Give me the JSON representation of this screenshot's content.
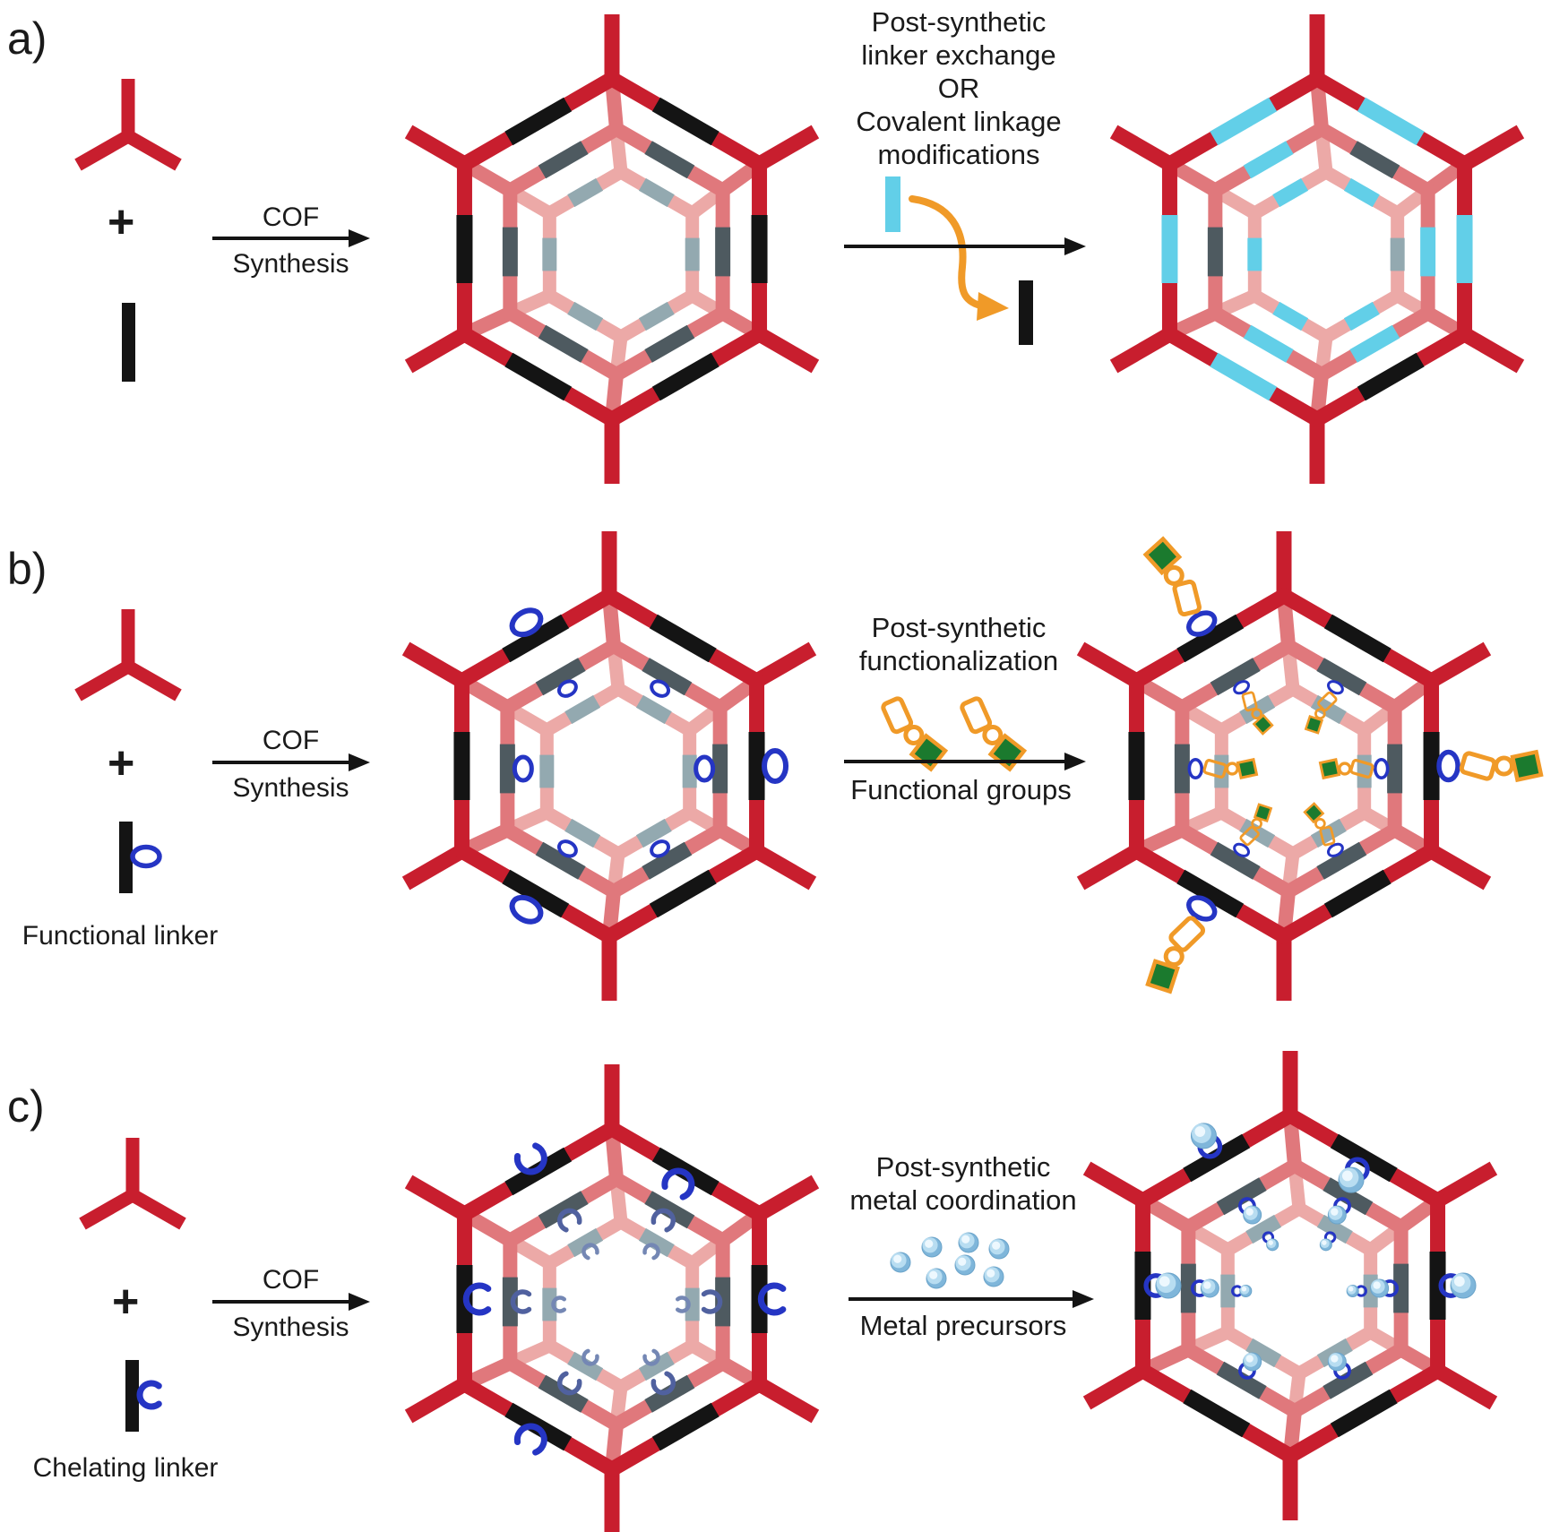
{
  "colors": {
    "node_red": "#c81e2e",
    "ring_mid_salmon": "#e0787c",
    "ring_inner_pink": "#eca9a7",
    "segment_black": "#141414",
    "segment_dark_gray": "#4e5a60",
    "segment_light_gray": "#93a9b0",
    "exchanged_cyan": "#62cfe8",
    "functional_blue": "#2535c4",
    "chelate_mid_blue": "#50619f",
    "chelate_inner_blue": "#7487b4",
    "functional_orange": "#f09a28",
    "functional_green": "#1b7a2e",
    "metal_sphere_base": "#7fb6da",
    "metal_sphere_mid": "#b8ddf1",
    "metal_sphere_light": "#edf8fe",
    "text": "#1a1a1a",
    "arrow_black": "#141414"
  },
  "panels": {
    "a": {
      "label": "a)",
      "plus": "+",
      "arrow1": {
        "top": "COF",
        "bottom": "Synthesis"
      },
      "ann": [
        "Post-synthetic",
        "linker exchange",
        "OR",
        "Covalent linkage",
        "modifications"
      ]
    },
    "b": {
      "label": "b)",
      "plus": "+",
      "linker_label": "Functional linker",
      "arrow1": {
        "top": "COF",
        "bottom": "Synthesis"
      },
      "ann": [
        "Post-synthetic",
        "functionalization"
      ],
      "arrow2_bottom": "Functional groups"
    },
    "c": {
      "label": "c)",
      "plus": "+",
      "linker_label": "Chelating linker",
      "arrow1": {
        "top": "COF",
        "bottom": "Synthesis"
      },
      "ann": [
        "Post-synthetic",
        "metal coordination"
      ],
      "arrow2_bottom": "Metal precursors"
    }
  },
  "icons": {
    "tritopic_node": "red three-armed building block",
    "linker_bar": "ditopic linker rod",
    "functional_ring": "pendant functional ring",
    "chelating_chevron": "chelating claw",
    "functional_group": "appended functional group (orange chain + green cap)",
    "metal_sphere": "metal ion sphere",
    "new_linker_bar": "incoming exchanged linker (cyan)",
    "old_linker_bar": "removed linker (black)"
  }
}
